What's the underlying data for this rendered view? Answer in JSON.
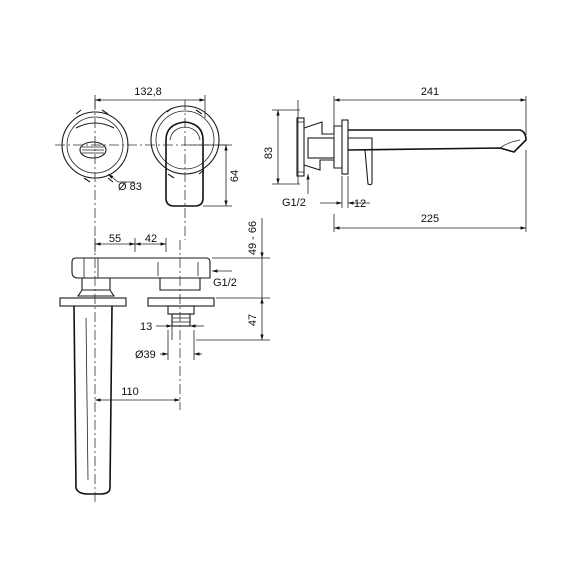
{
  "dimensions": {
    "top_width": "132,8",
    "top_diameter": "Ø 83",
    "top_height": "64",
    "side_length": "241",
    "side_height": "83",
    "side_thread": "G1/2",
    "side_depth": "12",
    "side_reach": "225",
    "front_left": "55",
    "front_right": "42",
    "front_range": "49 - 66",
    "front_thread": "G1/2",
    "front_height": "47",
    "front_width": "13",
    "front_diameter": "Ø39",
    "front_spout": "110"
  }
}
